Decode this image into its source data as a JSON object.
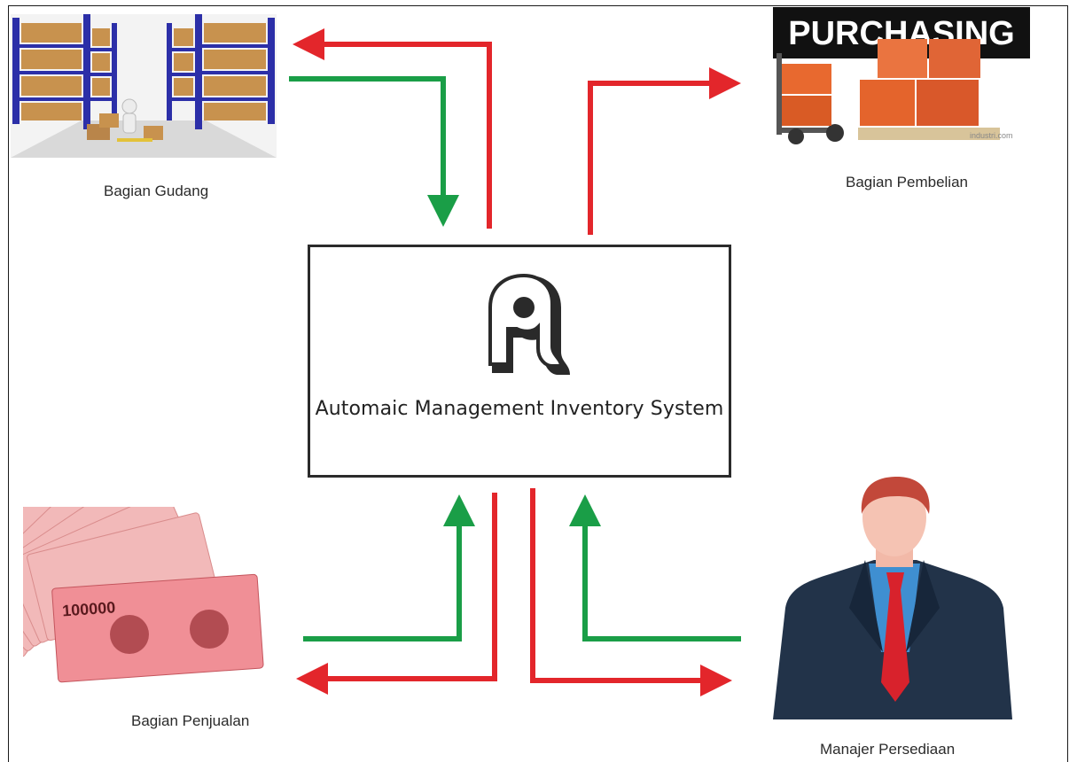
{
  "system": {
    "title": "Automaic Management Inventory System",
    "logo_icon": "letter-a-logo"
  },
  "nodes": {
    "warehouse": {
      "label": "Bagian Gudang",
      "image": "warehouse-shelves-image"
    },
    "purchasing": {
      "label": "Bagian Pembelian",
      "banner": "PURCHASING",
      "watermark": "industri.com",
      "image": "boxes-on-pallet-image"
    },
    "sales": {
      "label": "Bagian Penjualan",
      "image": "rupiah-banknotes-image",
      "note_value": "100000"
    },
    "manager": {
      "label": "Manajer Persediaan",
      "image": "businessman-avatar-image"
    }
  },
  "colors": {
    "red": "#e3262b",
    "green": "#1a9e47",
    "border": "#2b2b2b"
  }
}
